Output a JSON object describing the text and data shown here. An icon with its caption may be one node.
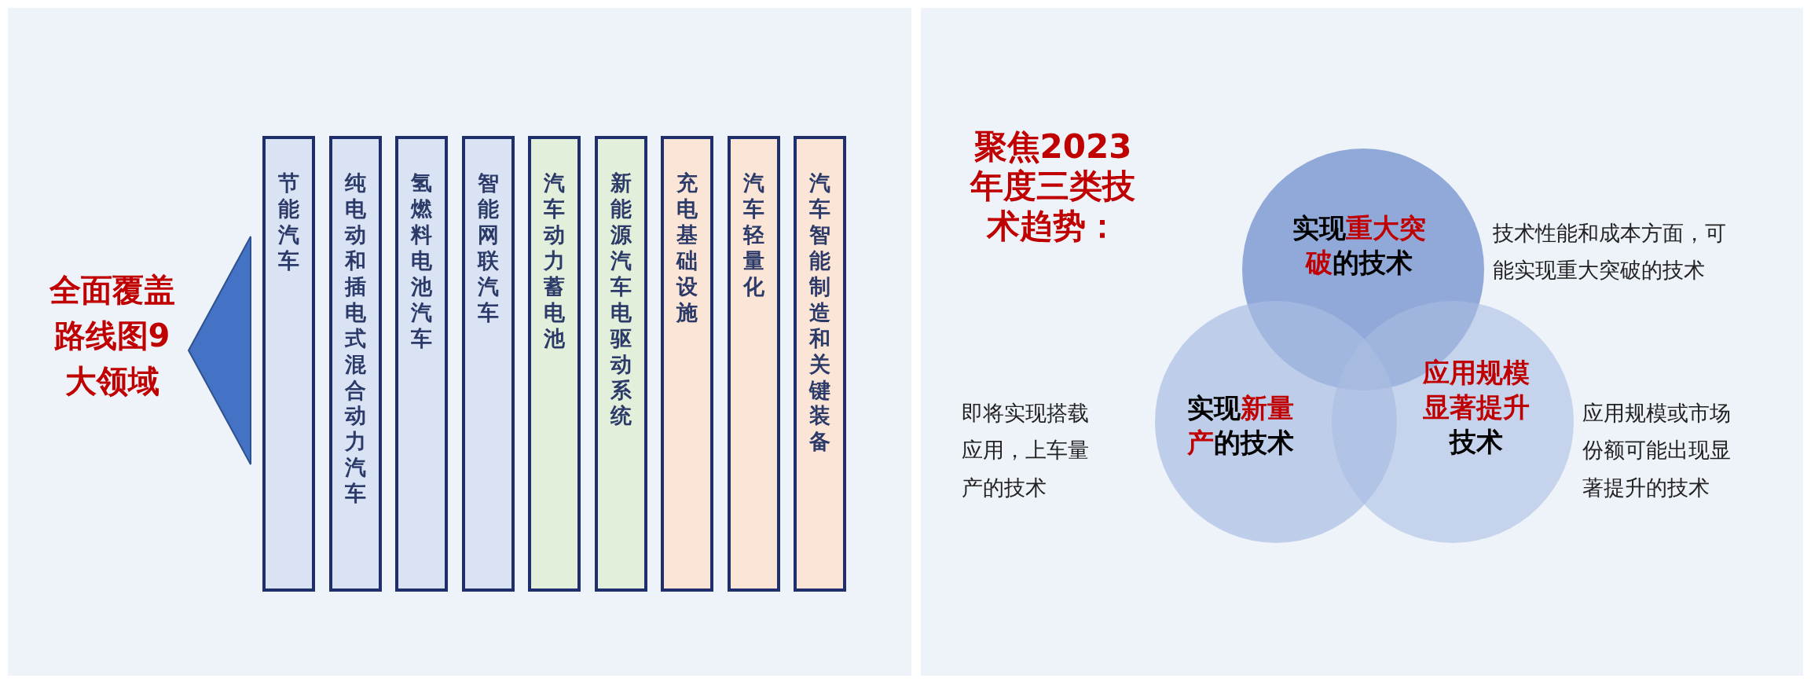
{
  "diagram": {
    "nodes": [
      {
        "text": [
          "全面覆盖路线图9大领域"
        ]
      },
      {
        "text": [
          "节能汽车"
        ]
      },
      {
        "text": [
          "纯电动和插电式混合动力汽车"
        ]
      },
      {
        "text": [
          "氢燃料电池汽车"
        ]
      },
      {
        "text": [
          "智能网联汽车"
        ]
      },
      {
        "text": [
          "汽车动力蓄电池"
        ]
      },
      {
        "text": [
          "新能源汽车电驱动系统"
        ]
      },
      {
        "text": [
          "充电基础设施"
        ]
      },
      {
        "text": [
          "汽车轻量化"
        ]
      },
      {
        "text": [
          "汽车智能制造和关键装备"
        ]
      },
      {
        "text": [
          "实现**重大突破**的技术"
        ],
        "beside": [
          "技术性能和成本方面，可能实现重大突破的技术"
        ]
      },
      {
        "text": [
          "实现**新量产**的技术"
        ],
        "beside": [
          "即将实现搭载应用，上车量产的技术"
        ]
      },
      {
        "text": [
          "**应用规模显著提升**技术"
        ],
        "beside": [
          "应用规模或市场份额可能出现显著提升的技术"
        ]
      },
      {
        "text": [],
        "shape": "triangle"
      }
    ],
    "edges": [],
    "labels": [
      "聚焦2023年度三类技术趋势："
    ]
  }
}
